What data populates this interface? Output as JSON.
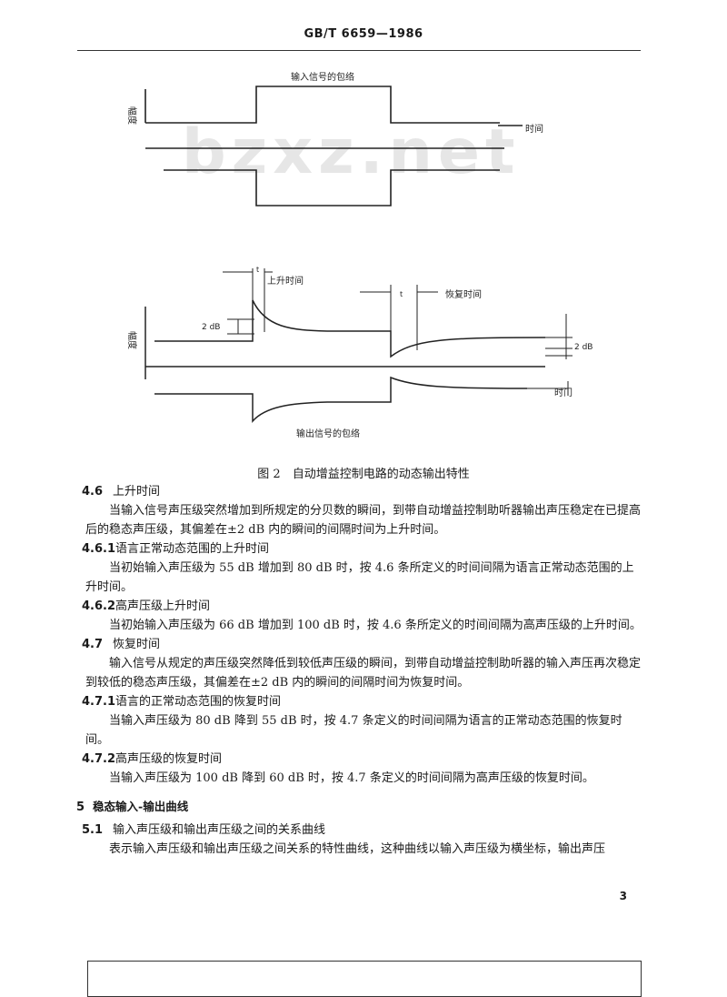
{
  "header": {
    "title": "GB/T 6659—1986"
  },
  "watermark": "bzxz.net",
  "figure1": {
    "label_input": "输入信号的包络",
    "label_amplitude": "幅度",
    "label_time": "时间"
  },
  "figure2": {
    "label_rise": "上升时间",
    "label_recovery": "恢复时间",
    "label_2db_left": "2 dB",
    "label_2db_right": "2 dB",
    "label_amplitude": "幅度",
    "label_time": "时门",
    "label_output": "输出信号的包络",
    "label_t": "t"
  },
  "caption": "图 2　自动增益控制电路的动态输出特性",
  "sections": [
    {
      "type": "heading",
      "num": "4.6",
      "title": "上升时间"
    },
    {
      "type": "para",
      "text": "当输入信号声压级突然增加到所规定的分贝数的瞬间，到带自动增益控制助听器输出声压稳定在已提高后的稳态声压级，其偏差在±2 dB 内的瞬间的间隔时间为上升时间。"
    },
    {
      "type": "heading",
      "num": "4.6.1",
      "title": "语言正常动态范围的上升时间"
    },
    {
      "type": "para",
      "text": "当初始输入声压级为 55 dB 增加到 80 dB 时，按 4.6 条所定义的时间间隔为语言正常动态范围的上升时间。"
    },
    {
      "type": "heading",
      "num": "4.6.2",
      "title": "高声压级上升时间"
    },
    {
      "type": "para",
      "text": "当初始输入声压级为 66 dB 增加到 100 dB 时，按 4.6 条所定义的时间间隔为高声压级的上升时间。"
    },
    {
      "type": "heading",
      "num": "4.7",
      "title": "恢复时间"
    },
    {
      "type": "para",
      "text": "输入信号从规定的声压级突然降低到较低声压级的瞬间，到带自动增益控制助听器的输入声压再次稳定到较低的稳态声压级，其偏差在±2 dB 内的瞬间的间隔时间为恢复时间。"
    },
    {
      "type": "heading",
      "num": "4.7.1",
      "title": "语言的正常动态范围的恢复时间"
    },
    {
      "type": "para",
      "text": "当输入声压级为 80 dB 降到 55 dB 时，按 4.7 条定义的时间间隔为语言的正常动态范围的恢复时间。"
    },
    {
      "type": "heading",
      "num": "4.7.2",
      "title": "高声压级的恢复时间"
    },
    {
      "type": "para",
      "text": "当输入声压级为 100 dB 降到 60 dB 时，按 4.7 条定义的时间间隔为高声压级的恢复时间。"
    }
  ],
  "section5": {
    "num": "5",
    "title": "稳态输入-输出曲线",
    "sub_num": "5.1",
    "sub_title": "输入声压级和输出声压级之间的关系曲线",
    "para": "表示输入声压级和输出声压级之间关系的特性曲线，这种曲线以输入声压级为横坐标，输出声压"
  },
  "page_number": "3"
}
